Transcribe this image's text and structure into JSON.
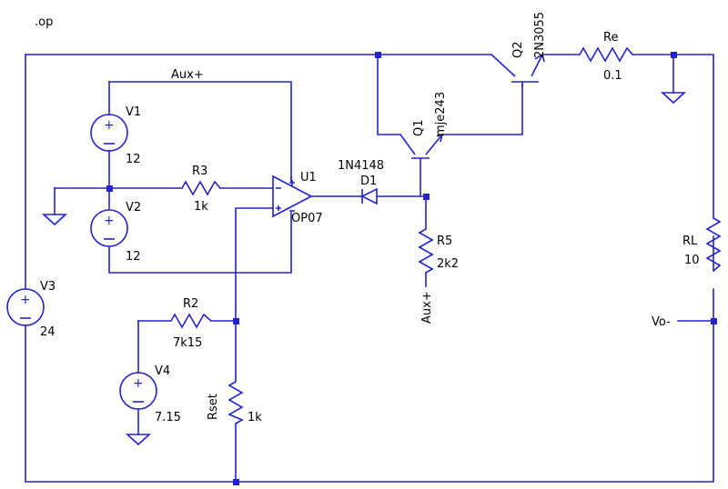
{
  "directive": ".op",
  "nets": {
    "aux_top": "Aux+",
    "aux_bottom": "Aux+",
    "vo": "Vo-"
  },
  "components": {
    "v1": {
      "name": "V1",
      "value": "12"
    },
    "v2": {
      "name": "V2",
      "value": "12"
    },
    "v3": {
      "name": "V3",
      "value": "24"
    },
    "v4": {
      "name": "V4",
      "value": "7.15"
    },
    "r3": {
      "name": "R3",
      "value": "1k"
    },
    "r2": {
      "name": "R2",
      "value": "7k15"
    },
    "rset": {
      "name": "Rset",
      "value": "1k"
    },
    "r5": {
      "name": "R5",
      "value": "2k2"
    },
    "re": {
      "name": "Re",
      "value": "0.1"
    },
    "rl": {
      "name": "RL",
      "value": "10"
    },
    "u1": {
      "name": "U1",
      "value": "OP07"
    },
    "d1": {
      "name": "D1",
      "value": "1N4148"
    },
    "q1": {
      "name": "Q1",
      "value": "mje243"
    },
    "q2": {
      "name": "Q2",
      "value": "2N3055"
    }
  },
  "colors": {
    "wire": "#2323cc",
    "text": "#000000",
    "background": "#ffffff"
  }
}
